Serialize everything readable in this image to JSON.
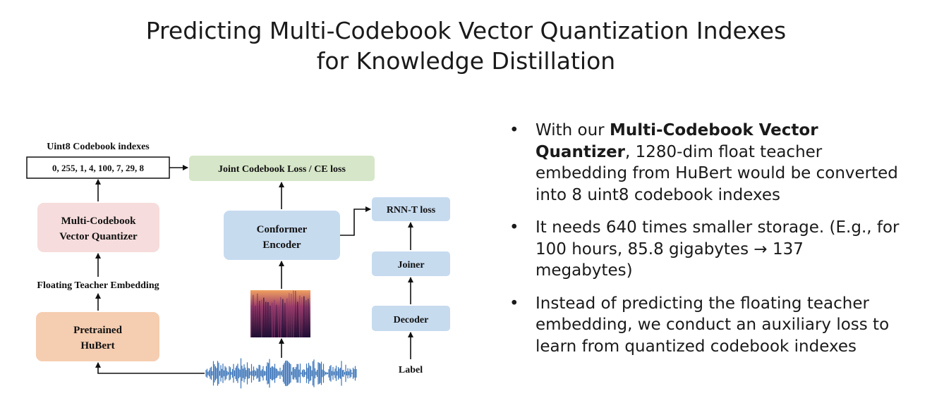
{
  "slide": {
    "title_line1": "Predicting Multi-Codebook Vector Quantization Indexes",
    "title_line2": "for Knowledge Distillation"
  },
  "diagram": {
    "codebook_label": "Uint8 Codebook indexes",
    "codebook_values": "0, 255, 1, 4, 100, 7, 29, 8",
    "joint_loss": "Joint Codebook Loss / CE loss",
    "quantizer_line1": "Multi-Codebook",
    "quantizer_line2": "Vector Quantizer",
    "floating_label": "Floating Teacher Embedding",
    "hubert_line1": "Pretrained",
    "hubert_line2": "HuBert",
    "conformer_line1": "Conformer",
    "conformer_line2": "Encoder",
    "rnnt_loss": "RNN-T loss",
    "joiner": "Joiner",
    "decoder": "Decoder",
    "label": "Label"
  },
  "colors": {
    "green_box": "#d6e6c8",
    "pink_box": "#f6dcdc",
    "orange_box": "#f5cdb0",
    "blue_box": "#c7dbef",
    "waveform": "#3b74b8",
    "spectrogram_dark": "#2a1440",
    "spectrogram_mid": "#8a3a6e",
    "spectrogram_light": "#e98a4a"
  },
  "bullets": [
    {
      "pre": "With our ",
      "bold": "Multi-Codebook Vector Quantizer",
      "post": ", 1280-dim float teacher embedding from HuBert would be converted into 8 uint8 codebook indexes"
    },
    {
      "pre": "It needs 640 times smaller storage. (E.g., for 100 hours, 85.8 gigabytes → 137 megabytes)",
      "bold": "",
      "post": ""
    },
    {
      "pre": "Instead of predicting the floating teacher embedding, we conduct an auxiliary loss to learn from quantized codebook indexes",
      "bold": "",
      "post": ""
    }
  ]
}
